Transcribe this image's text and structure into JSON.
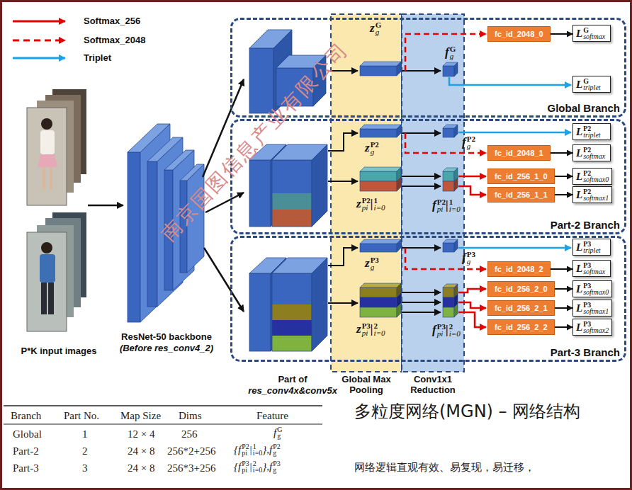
{
  "diagram": {
    "title": "多粒度网络(MGN) – 网络结构",
    "nodes": [
      {
        "text": [
          "Global Branch"
        ]
      },
      {
        "text": [
          "fc_id_2048_0"
        ],
        "in": 0
      },
      {
        "text": [
          "L",
          "G",
          "softmax"
        ],
        "in": 0
      },
      {
        "text": [
          "L",
          "G",
          "triplet"
        ],
        "in": 0
      },
      {
        "text": [
          "Part-2 Branch"
        ]
      },
      {
        "text": [
          "L",
          "P2",
          "triplet"
        ],
        "in": 4
      },
      {
        "text": [
          "fc_id_2048_1"
        ],
        "in": 4
      },
      {
        "text": [
          "L",
          "P2",
          "softmax"
        ],
        "in": 4
      },
      {
        "text": [
          "fc_id_256_1_0"
        ],
        "in": 4
      },
      {
        "text": [
          "L",
          "P2",
          "softmax0"
        ],
        "in": 4
      },
      {
        "text": [
          "fc_id_256_1_1"
        ],
        "in": 4
      },
      {
        "text": [
          "L",
          "P2",
          "softmax1"
        ],
        "in": 4
      },
      {
        "text": [
          "Part-3 Branch"
        ]
      },
      {
        "text": [
          "L",
          "P3",
          "triplet"
        ],
        "in": 12
      },
      {
        "text": [
          "fc_id_2048_2"
        ],
        "in": 12
      },
      {
        "text": [
          "L",
          "P3",
          "softmax"
        ],
        "in": 12
      },
      {
        "text": [
          "fc_id_256_2_0"
        ],
        "in": 12
      },
      {
        "text": [
          "L",
          "P3",
          "softmax0"
        ],
        "in": 12
      },
      {
        "text": [
          "fc_id_256_2_1"
        ],
        "in": 12
      },
      {
        "text": [
          "L",
          "P3",
          "softmax1"
        ],
        "in": 12
      },
      {
        "text": [
          "fc_id_256_2_2"
        ],
        "in": 12
      },
      {
        "text": [
          "L",
          "P3",
          "softmax2"
        ],
        "in": 12
      }
    ],
    "edges": [
      {
        "from": 1,
        "to": 2,
        "arrow": "to"
      },
      {
        "from": 6,
        "to": 7,
        "arrow": "to"
      },
      {
        "from": 8,
        "to": 9,
        "arrow": "to"
      },
      {
        "from": 10,
        "to": 11,
        "arrow": "to"
      },
      {
        "from": 14,
        "to": 15,
        "arrow": "to"
      },
      {
        "from": 16,
        "to": 17,
        "arrow": "to"
      },
      {
        "from": 18,
        "to": 19,
        "arrow": "to"
      },
      {
        "from": 20,
        "to": 21,
        "arrow": "to"
      }
    ],
    "labels": [
      "P*K input images",
      "ResNet-50 backbone",
      "(Before res_conv4_2)",
      "Part of",
      "res_conv4x&conv5x",
      "Global Max Pooling",
      "Conv1x1 Reduction",
      "z",
      "G",
      "g",
      "f",
      "G",
      "g",
      "z",
      "P2",
      "g",
      "f",
      "P2",
      "g",
      "z",
      "P2",
      "pi",
      "|",
      "1",
      "i=0",
      "f",
      "P2",
      "pi",
      "|",
      "1",
      "i=0",
      "z",
      "P3",
      "g",
      "f",
      "P3",
      "g",
      "z",
      "P3",
      "pi",
      "|",
      "2",
      "i=0",
      "f",
      "P3",
      "pi",
      "|",
      "2",
      "i=0",
      "Branch",
      "Part No.",
      "Map Size",
      "Dims",
      "Feature",
      "Global",
      "1",
      "12 × 4",
      "256",
      "f",
      "G",
      "g",
      "Part-2",
      "2",
      "24 × 8",
      "256*2+256",
      "{",
      "f",
      "P2",
      "pi",
      "|",
      "1",
      "i=0",
      "},",
      "f",
      "P2",
      "g",
      "Part-3",
      "3",
      "24 × 8",
      "256*3+256",
      "{",
      "f",
      "P3",
      "pi",
      "|",
      "2",
      "i=0",
      "},",
      "f",
      "P3",
      "g",
      "网络逻辑直观有效、易复现，易迁移，",
      "南京国图信息产业有限公司"
    ],
    "legend": [
      {
        "text": "Softmax_256"
      },
      {
        "text": "Softmax_2048"
      },
      {
        "text": "Triplet"
      }
    ]
  }
}
